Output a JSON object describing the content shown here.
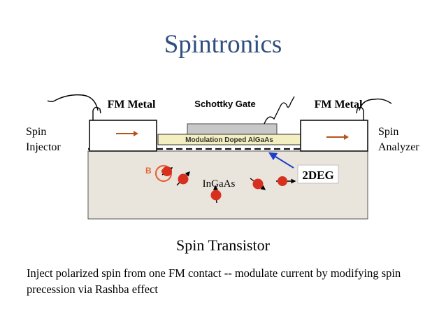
{
  "title": "Spintronics",
  "labels": {
    "fm_metal_left": "FM Metal",
    "schottky_gate": "Schottky Gate",
    "fm_metal_right": "FM Metal",
    "spin_injector_line1": "Spin",
    "spin_injector_line2": "Injector",
    "spin_analyzer_line1": "Spin",
    "spin_analyzer_line2": "Analyzer",
    "modulation_layer": "Modulation Doped AlGaAs",
    "field_b": "B",
    "channel_material": "InGaAs",
    "two_deg": "2DEG"
  },
  "caption": "Spin Transistor",
  "description": "Inject polarized spin from one FM contact -- modulate current by modifying spin precession via Rashba effect",
  "colors": {
    "title": "#2f4f7f",
    "substrate": "#eae5dc",
    "modulation_layer": "#f3efc0",
    "gate": "#c8c8c8",
    "spin_ball": "#d7301f",
    "arrow_accent": "#b5531c",
    "field_b": "#e8633a",
    "pointer_arrow": "#1f3fc8"
  }
}
